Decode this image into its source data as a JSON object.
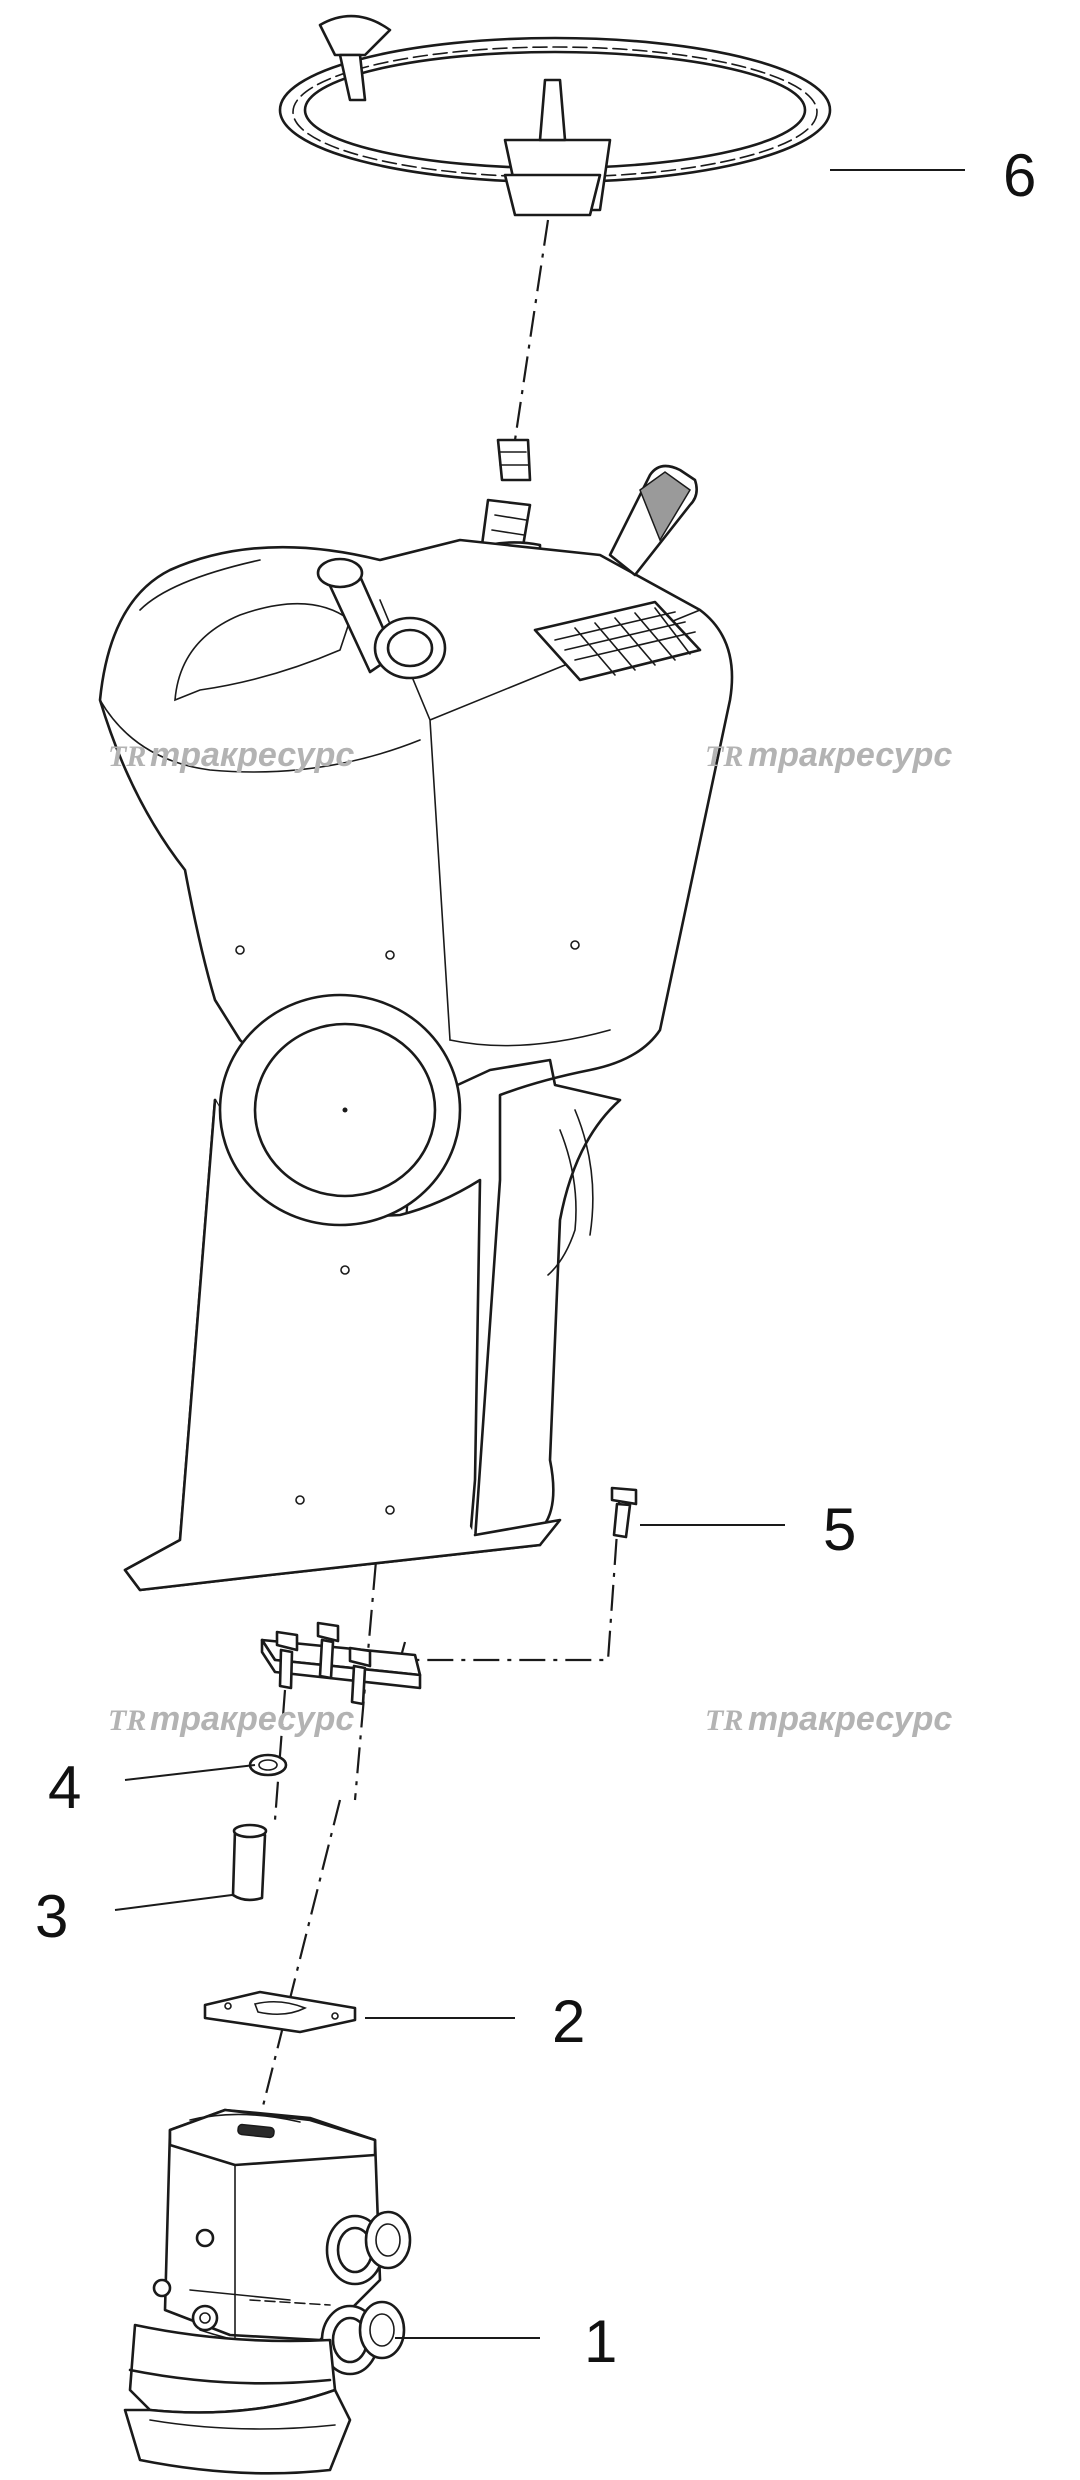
{
  "callouts": {
    "c1": "1",
    "c2": "2",
    "c3": "3",
    "c4": "4",
    "c5": "5",
    "c6": "6"
  },
  "watermark": {
    "logo": "TR",
    "text": "тракресурс"
  },
  "parts": [
    "steering-wheel",
    "steering-column-housing",
    "mounting-plate-bolts",
    "spacer-sleeve",
    "washer",
    "gasket",
    "hydraulic-steering-unit"
  ],
  "colors": {
    "line": "#1a1a1a",
    "watermark": "#b3b3b3",
    "background": "#ffffff"
  }
}
